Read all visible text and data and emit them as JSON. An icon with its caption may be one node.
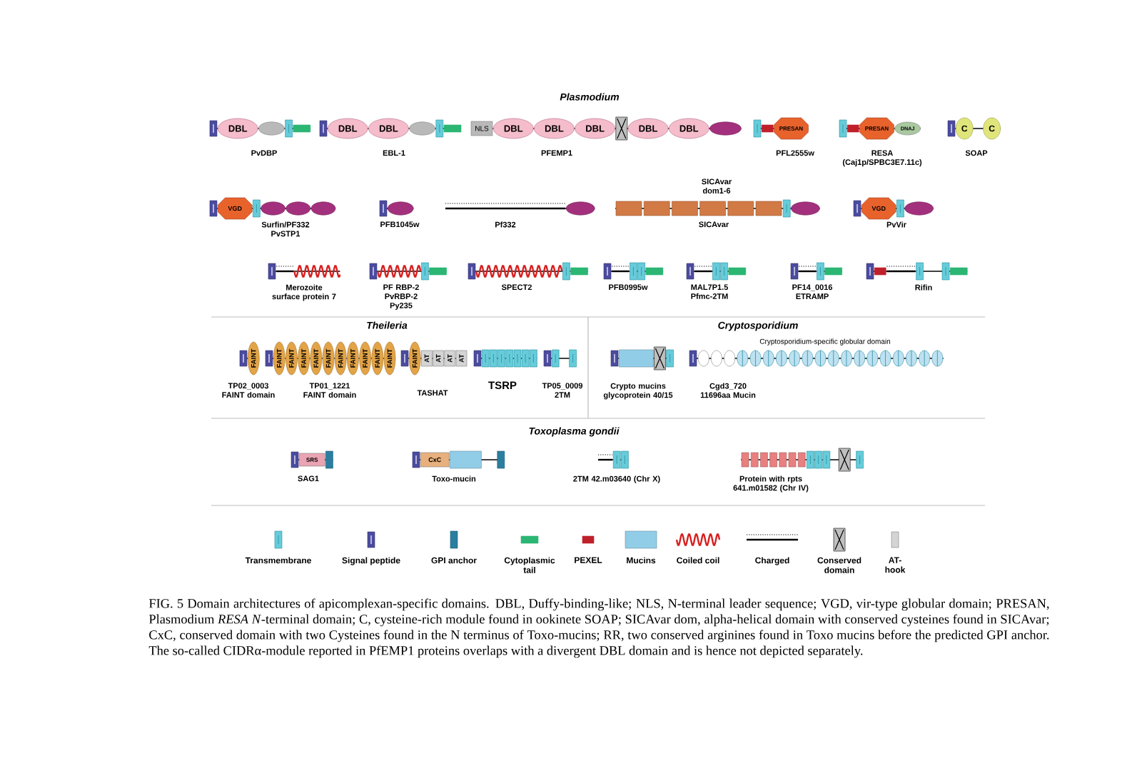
{
  "diagram": {
    "caption": "FIG. 5 Domain architectures of apicomplexan-specific domains. DBL, Duffy-binding-like; NLS, N-terminal leader sequence; VGD, vir-type globular domain; PRESAN, Plasmodium *RESA* *N*-terminal domain; C, cysteine-rich module found in ookinete SOAP; SICAvar dom, alpha-helical domain with conserved cysteines found in SICAvar; CxC, conserved domain with two Cysteines found in the N terminus of Toxo-mucins; RR, two conserved arginines found in Toxo mucins before the predicted GPI anchor. The so-called CIDRα-module reported in PfEMP1 proteins overlaps with a divergent DBL domain and is hence not depicted separately.",
    "nodes": [
      {
        "text": [
          "DBL"
        ]
      },
      {
        "text": [
          "DBL"
        ]
      },
      {
        "text": [
          "DBL"
        ]
      },
      {
        "text": [
          "NLS"
        ]
      },
      {
        "text": [
          "DBL"
        ]
      },
      {
        "text": [
          "DBL"
        ]
      },
      {
        "text": [
          "DBL"
        ]
      },
      {
        "text": [
          "DBL"
        ]
      },
      {
        "text": [
          "DBL"
        ]
      },
      {
        "text": [
          "PRESAN"
        ]
      },
      {
        "text": [
          "PRESAN"
        ]
      },
      {
        "text": [
          "DNAJ"
        ]
      },
      {
        "text": [
          "C"
        ]
      },
      {
        "text": [
          "C"
        ]
      },
      {
        "text": [
          "VGD"
        ]
      },
      {
        "text": [
          "VGD"
        ]
      },
      {
        "text": [
          "FAINT"
        ]
      },
      {
        "text": [
          "FAINT"
        ]
      },
      {
        "text": [
          "FAINT"
        ]
      },
      {
        "text": [
          "FAINT"
        ]
      },
      {
        "text": [
          "FAINT"
        ]
      },
      {
        "text": [
          "FAINT"
        ]
      },
      {
        "text": [
          "FAINT"
        ]
      },
      {
        "text": [
          "FAINT"
        ]
      },
      {
        "text": [
          "FAINT"
        ]
      },
      {
        "text": [
          "FAINT"
        ]
      },
      {
        "text": [
          "FAINT"
        ]
      },
      {
        "text": [
          "FAINT"
        ]
      },
      {
        "text": [
          "AT"
        ]
      },
      {
        "text": [
          "AT"
        ]
      },
      {
        "text": [
          "AT"
        ]
      },
      {
        "text": [
          "AT"
        ]
      },
      {
        "text": [
          "SRS"
        ]
      },
      {
        "text": [
          "CxC"
        ]
      }
    ],
    "labels": [
      "Plasmodium",
      "PvDBP",
      "EBL-1",
      "PFEMP1",
      "PFL2555w",
      "RESA (Caj1p/SPBC3E7.11c)",
      "SOAP",
      "SICAvar dom1-6",
      "Surfin/PF332 PvSTP1",
      "PFB1045w",
      "Pf332",
      "SICAvar",
      "PvVir",
      "Merozoite surface protein 7",
      "PF RBP-2 PvRBP-2 Py235",
      "SPECT2",
      "PFB0995w",
      "MAL7P1.5 Pfmc-2TM",
      "PF14_0016 ETRAMP",
      "Rifin",
      "Theileria",
      "Cryptosporidium",
      "TP02_0003 FAINT domain",
      "TP01_1221 FAINT domain",
      "TASHAT",
      "TSRP",
      "TP05_0009 2TM",
      "Crypto mucins glycoprotein 40/15",
      "Cryptosporidium-specific globular domain",
      "Cgd3_720 11696aa Mucin",
      "Toxoplasma gondii",
      "SAG1",
      "Toxo-mucin",
      "2TM 42.m03640 (Chr X)",
      "Protein with rpts 641.m01582 (Chr IV)"
    ],
    "legend": [
      {
        "text": "Transmembrane"
      },
      {
        "text": "Signal peptide"
      },
      {
        "text": "GPI anchor"
      },
      {
        "text": "Cytoplasmic tail"
      },
      {
        "text": "PEXEL"
      },
      {
        "text": "Mucins"
      },
      {
        "text": "Coiled coil"
      },
      {
        "text": "Charged"
      },
      {
        "text": "Conserved domain"
      },
      {
        "text": "AT-hook"
      }
    ]
  }
}
